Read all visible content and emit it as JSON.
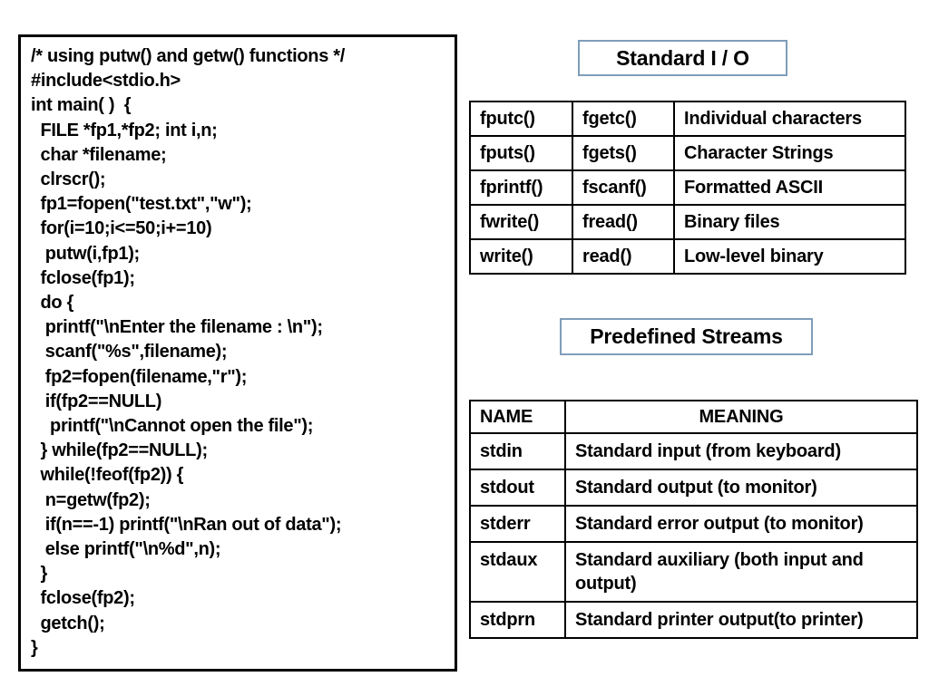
{
  "code_panel": {
    "lines": [
      "/* using putw() and getw() functions */",
      "#include<stdio.h>",
      "int main( )  {",
      "  FILE *fp1,*fp2; int i,n;",
      "  char *filename;",
      "  clrscr();",
      "  fp1=fopen(\"test.txt\",\"w\");",
      "  for(i=10;i<=50;i+=10)",
      "   putw(i,fp1);",
      "  fclose(fp1);",
      "  do {",
      "   printf(\"\\nEnter the filename : \\n\");",
      "   scanf(\"%s\",filename);",
      "   fp2=fopen(filename,\"r\");",
      "   if(fp2==NULL)",
      "    printf(\"\\nCannot open the file\");",
      "  } while(fp2==NULL);",
      "  while(!feof(fp2)) {",
      "   n=getw(fp2);",
      "   if(n==-1) printf(\"\\nRan out of data\");",
      "   else printf(\"\\n%d\",n);",
      "  }",
      "  fclose(fp2);",
      "  getch();",
      "}"
    ]
  },
  "stdio_section": {
    "title": "Standard I / O",
    "table": {
      "rows": [
        [
          "fputc()",
          "fgetc()",
          "Individual characters"
        ],
        [
          "fputs()",
          "fgets()",
          "Character Strings"
        ],
        [
          "fprintf()",
          "fscanf()",
          "Formatted ASCII"
        ],
        [
          "fwrite()",
          "fread()",
          "Binary files"
        ],
        [
          "write()",
          "read()",
          "Low-level binary"
        ]
      ]
    }
  },
  "streams_section": {
    "title": "Predefined Streams",
    "table": {
      "headers": [
        "NAME",
        "MEANING"
      ],
      "rows": [
        [
          "stdin",
          "Standard input (from keyboard)"
        ],
        [
          "stdout",
          "Standard output (to monitor)"
        ],
        [
          "stderr",
          "Standard error output (to monitor)"
        ],
        [
          "stdaux",
          "Standard auxiliary (both input and output)"
        ],
        [
          "stdprn",
          "Standard printer output(to printer)"
        ]
      ]
    }
  },
  "colors": {
    "background": "#ffffff",
    "text": "#000000",
    "code_box_border": "#000000",
    "table_border": "#000000",
    "title_box_border": "#7f9db9"
  }
}
